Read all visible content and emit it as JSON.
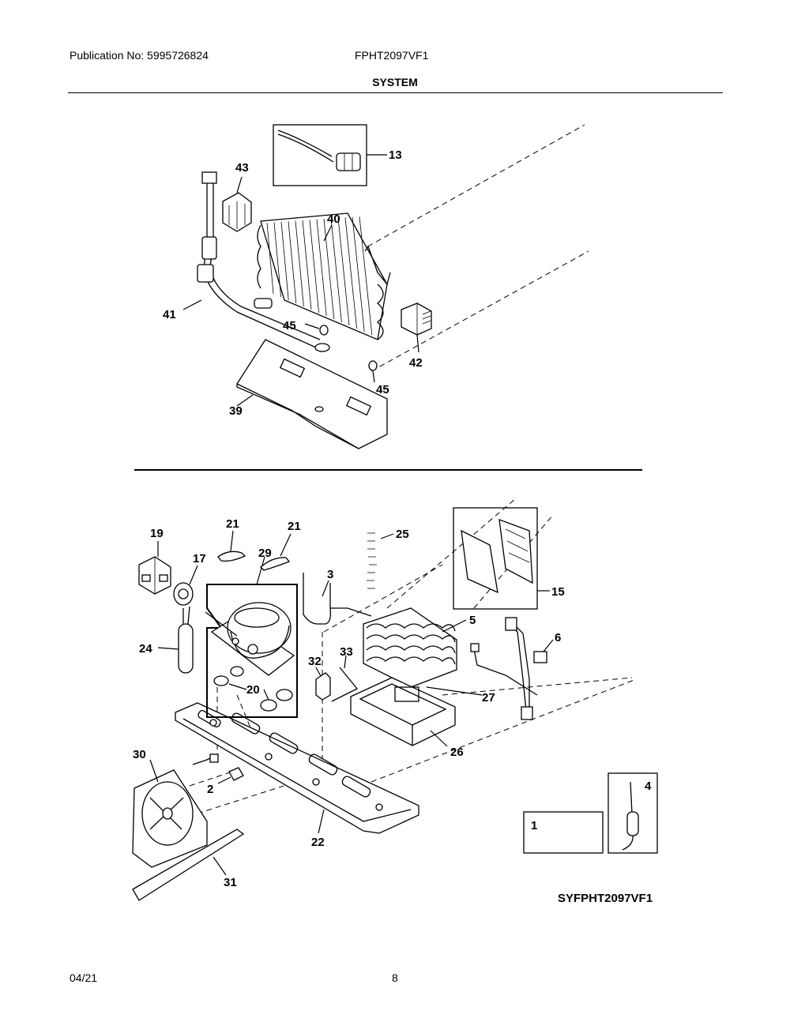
{
  "header": {
    "publication": "Publication No: 5995726824",
    "model": "FPHT2097VF1",
    "section_title": "SYSTEM"
  },
  "diagram": {
    "code": "SYFPHT2097VF1",
    "callouts": {
      "c13": "13",
      "c43": "43",
      "c40": "40",
      "c41": "41",
      "c45a": "45",
      "c45b": "45",
      "c42": "42",
      "c39": "39",
      "c19": "19",
      "c21a": "21",
      "c21b": "21",
      "c29": "29",
      "c17": "17",
      "c3": "3",
      "c25": "25",
      "c15": "15",
      "c5": "5",
      "c6": "6",
      "c24": "24",
      "c32": "32",
      "c33": "33",
      "c20": "20",
      "c27": "27",
      "c26": "26",
      "c30": "30",
      "c2": "2",
      "c22": "22",
      "c31": "31",
      "c1": "1",
      "c4": "4"
    }
  },
  "footer": {
    "date": "04/21",
    "page": "8"
  }
}
